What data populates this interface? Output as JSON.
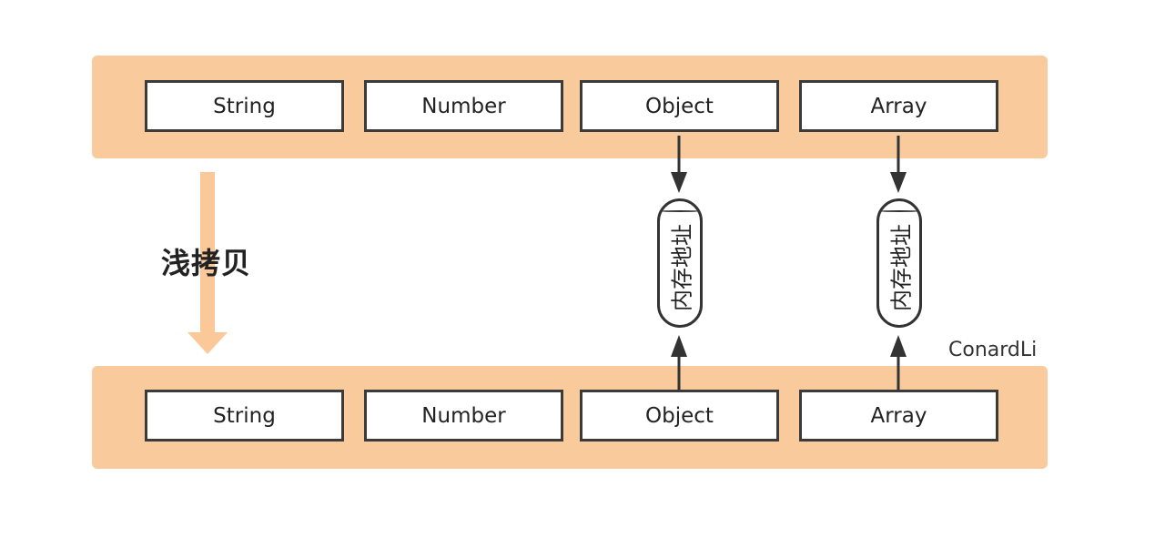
{
  "top_row": {
    "boxes": [
      "String",
      "Number",
      "Object",
      "Array"
    ]
  },
  "bottom_row": {
    "boxes": [
      "String",
      "Number",
      "Object",
      "Array"
    ]
  },
  "copy_label": "浅拷贝",
  "memory_nodes": [
    "内存地址",
    "内存地址"
  ],
  "author_label": "ConardLi",
  "colors": {
    "band": "#f9cb9c",
    "big_arrow": "#fbc89a",
    "border": "#3b3b3b"
  }
}
